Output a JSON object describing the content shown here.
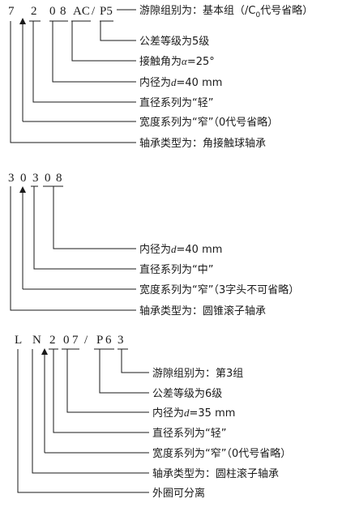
{
  "diagram": {
    "bearing1": {
      "code_chars": [
        "7",
        "2",
        "0",
        "8",
        "AC",
        "/",
        "P5"
      ],
      "labels": {
        "clearance": "游隙组别为：基本组（/C",
        "clearance_sub": "0",
        "clearance_tail": "代号省略）",
        "tolerance": "公差等级为5级",
        "contact_prefix": "接触角为",
        "contact_alpha": "α",
        "contact_value": "=25°",
        "bore_prefix": "内径为",
        "bore_d": "d",
        "bore_value": "=40 mm",
        "diameter_series": "直径系列为“轻”",
        "width_series": "宽度系列为“窄”（0代号省略）",
        "type": "轴承类型为：角接触球轴承"
      }
    },
    "bearing2": {
      "code_chars": [
        "3",
        "0",
        "3",
        "0",
        "8"
      ],
      "labels": {
        "bore_prefix": "内径为",
        "bore_d": "d",
        "bore_value": "=40 mm",
        "diameter_series": "直径系列为“中”",
        "width_series": "宽度系列为“窄”（3字头不可省略）",
        "type": "轴承类型为：圆锥滚子轴承"
      }
    },
    "bearing3": {
      "code_chars": [
        "L",
        "N",
        "2",
        "0",
        "7",
        "/",
        "P",
        "6",
        "3"
      ],
      "labels": {
        "clearance": "游隙组别为：第3组",
        "tolerance": "公差等级为6级",
        "bore_prefix": "内径为",
        "bore_d": "d",
        "bore_value": "=35 mm",
        "diameter_series": "直径系列为“轻”",
        "width_series": "宽度系列为“窄”（0代号省略）",
        "type": "轴承类型为：圆柱滚子轴承",
        "separable": "外圈可分离"
      }
    }
  }
}
